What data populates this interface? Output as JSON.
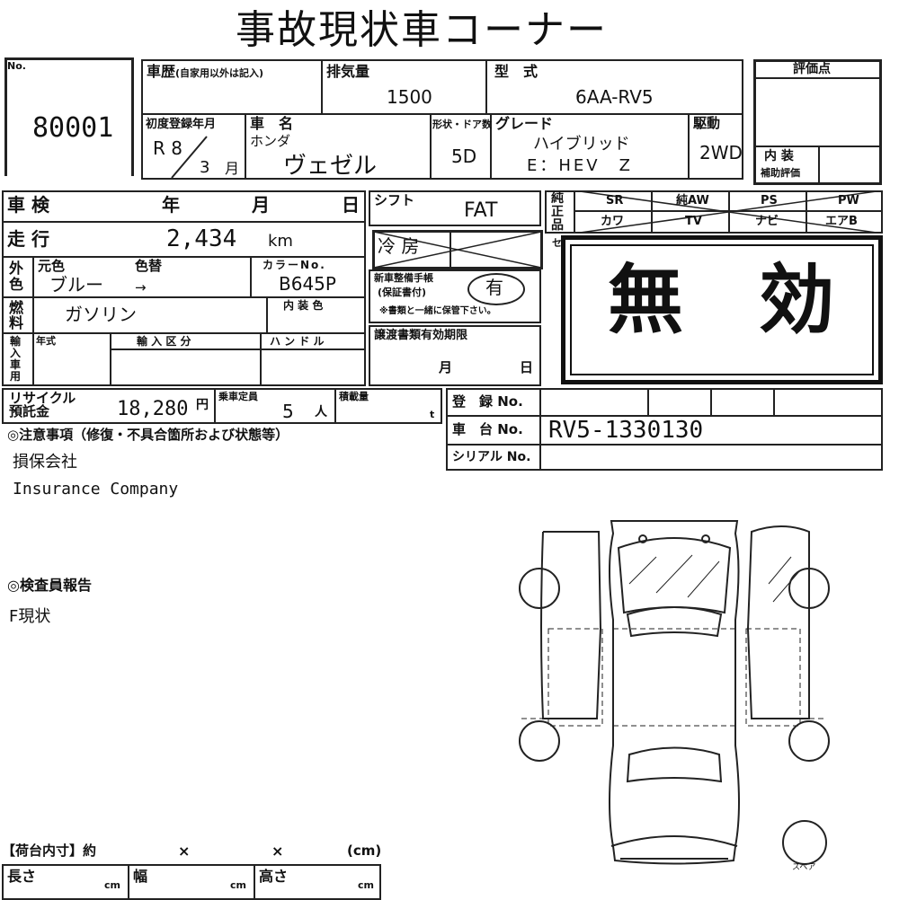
{
  "title": "事故現状車コーナー",
  "header": {
    "no_label": "No.",
    "stock_no": "80001",
    "history_label": "車歴",
    "history_note": "(自家用以外は記入)",
    "displacement_label": "排気量",
    "displacement": "1500",
    "model_label": "型　式",
    "model": "6AA-RV5",
    "rating_label": "評価点",
    "first_reg_label": "初度登録年月",
    "first_reg_year": "R 8",
    "first_reg_month": "3",
    "month_unit": "月",
    "car_name_label": "車　名",
    "maker": "ホンダ",
    "car_name": "ヴェゼル",
    "doors_label": "形状・ドア数",
    "doors": "5D",
    "grade_label": "グレード",
    "grade_line1": "ハイブリッド",
    "grade_line2": "E：HEV　Z",
    "drive_label": "駆動",
    "drive": "2WD",
    "interior_label": "内 装",
    "interior_sub": "補助評価"
  },
  "inspection": {
    "shaken_label": "車 検",
    "year": "年",
    "month": "月",
    "day": "日",
    "mileage_label": "走 行",
    "mileage": "2,434",
    "mileage_unit": "km",
    "ext_color_label": "外色",
    "orig_color_label": "元色",
    "repaint_label": "色替",
    "orig_color": "ブルー",
    "repaint_arrow": "→",
    "color_no_label": "カラーNo.",
    "color_no": "B645P",
    "fuel_label": "燃料",
    "fuel": "ガソリン",
    "int_color_label": "内 装 色",
    "import_label": "輸入車用",
    "import_year_label": "年式",
    "import_class_label": "輸 入 区 分",
    "handle_label": "ハ ン ド ル",
    "shift_label": "シフト",
    "shift": "FAT",
    "ac_label": "冷 房",
    "warranty_label": "新車整備手帳",
    "warranty_sub": "(保証書付)",
    "warranty_value": "有",
    "warranty_note": "※書類と一緒に保管下さい。",
    "transfer_label": "譲渡書類有効期限",
    "transfer_month": "月",
    "transfer_day": "日"
  },
  "equipment": {
    "label": "純正品",
    "row1": [
      "SR",
      "純AW",
      "PS",
      "PW"
    ],
    "row2": [
      "カワ",
      "TV",
      "ナビ",
      "エアB"
    ],
    "se_label": "セ"
  },
  "stamp": {
    "text": "無　効"
  },
  "registration": {
    "recycle_label": "リサイクル預託金",
    "recycle": "18,280",
    "recycle_unit": "円",
    "capacity_label": "乗車定員",
    "capacity": "5",
    "capacity_unit": "人",
    "load_label": "積載量",
    "load_unit": "t",
    "reg_no_label": "登　録 No.",
    "chassis_label": "車　台 No.",
    "chassis_no": "RV5-1330130",
    "serial_label": "シリアル No."
  },
  "notes": {
    "caution_title": "◎注意事項（修復・不具合箇所および状態等）",
    "line1": "損保会社",
    "line2": "Insurance Company",
    "inspector_title": "◎検査員報告",
    "inspector_note": "F現状"
  },
  "cargo": {
    "title": "【荷台内寸】約",
    "x1": "×",
    "x2": "×",
    "unit": "(cm)",
    "length_label": "長さ",
    "width_label": "幅",
    "height_label": "高さ",
    "cm": "cm"
  },
  "diagram": {
    "spare_label": "スペア"
  }
}
